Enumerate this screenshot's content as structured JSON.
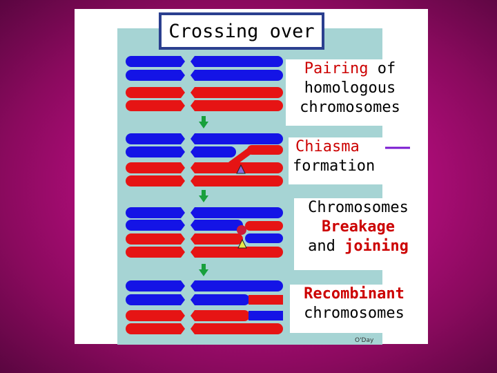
{
  "title": "Crossing over",
  "steps": [
    {
      "highlight": "Pairing",
      "rest_line1": " of",
      "line2": "homologous",
      "line3": "chromosomes"
    },
    {
      "highlight": "Chiasma",
      "line2": "formation"
    },
    {
      "line1": "Chromosomes",
      "highlight": "Breakage",
      "line3_plain": "and ",
      "line3_highlight": "joining"
    },
    {
      "highlight": "Recombinant",
      "line2": "chromosomes"
    }
  ],
  "credit": "O'Day",
  "colors": {
    "chromosome_blue": "#1414e6",
    "chromosome_red": "#e61414",
    "arrow_green": "#18a03c",
    "pointer_purple": "#7a1ad0",
    "panel": "#a6d4d4",
    "title_border": "#2b3f8f"
  }
}
